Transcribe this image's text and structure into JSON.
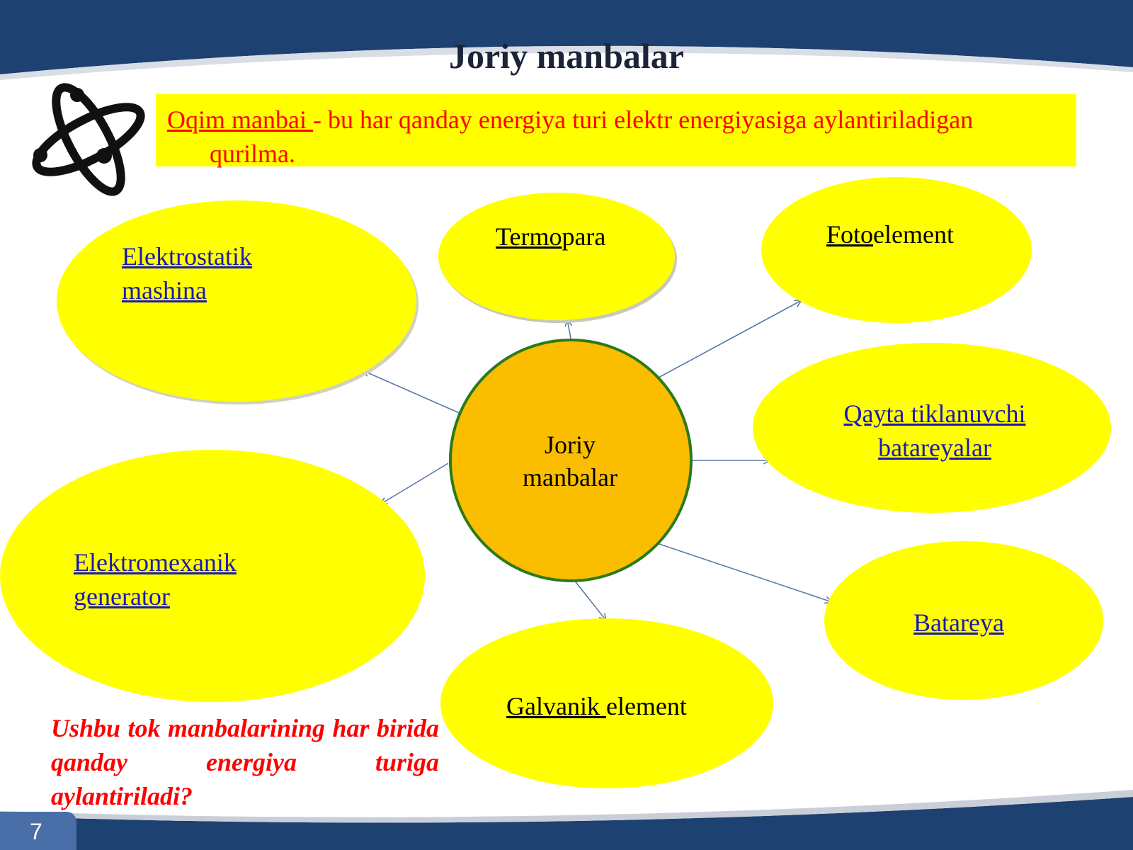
{
  "title": "Joriy manbalar",
  "definition": {
    "term": "Oqim manbai ",
    "text": "- bu har qanday energiya turi elektr energiyasiga aylantiriladigan qurilma."
  },
  "center": {
    "line1": "Joriy",
    "line2": "manbalar"
  },
  "nodes": {
    "elektrostatik": {
      "line1": "Elektrostatik ",
      "line2": "mashina"
    },
    "termopara": {
      "underlined": "Termo",
      "rest": "para"
    },
    "fotoelement": {
      "underlined": "Foto",
      "rest": "element"
    },
    "qayta": {
      "line1": "Qayta tiklanuvchi ",
      "line2": "batareyalar"
    },
    "elektromexanik": {
      "line1": "Elektromexanik ",
      "line2": "generator"
    },
    "batareya": {
      "label": "Batareya"
    },
    "galvanik": {
      "underlined": "Galvanik ",
      "rest": "element"
    }
  },
  "question": "Ushbu tok manbalarining har birida qanday energiya turiga aylantiriladi?",
  "page_number": "7",
  "colors": {
    "header": "#1d4170",
    "node_fill": "#ffff00",
    "center_fill": "#fbbd00",
    "center_border": "#2a7a1a",
    "definition_text": "#ff0000",
    "link_text": "#1a1ab0"
  }
}
